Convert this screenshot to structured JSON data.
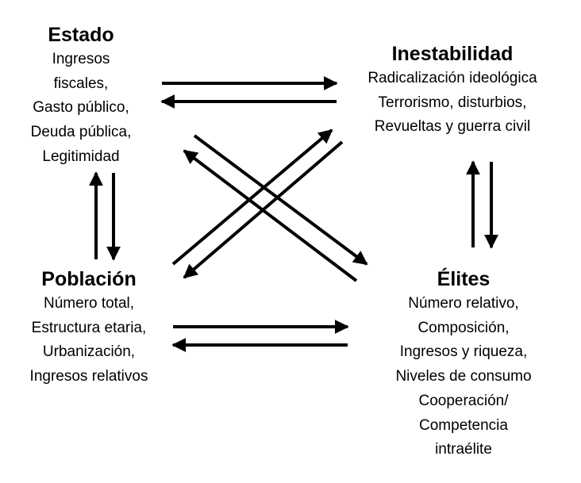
{
  "nodes": {
    "estado": {
      "title": "Estado",
      "lines": [
        "Ingresos",
        "fiscales,",
        "Gasto público,",
        "Deuda pública,",
        "Legitimidad"
      ]
    },
    "inestabilidad": {
      "title": "Inestabilidad",
      "lines": [
        "Radicalización ideológica",
        "Terrorismo, disturbios,",
        "Revueltas y guerra civil"
      ]
    },
    "poblacion": {
      "title": "Población",
      "lines": [
        "Número total,",
        "Estructura etaria,",
        "Urbanización,",
        "Ingresos relativos"
      ]
    },
    "elites": {
      "title": "Élites",
      "lines": [
        "Número relativo,",
        "Composición,",
        "Ingresos y riqueza,",
        "Niveles de consumo",
        "Cooperación/",
        "Competencia",
        "intraélite"
      ]
    }
  },
  "edges": [
    {
      "from": "estado",
      "to": "inestabilidad"
    },
    {
      "from": "inestabilidad",
      "to": "estado"
    },
    {
      "from": "poblacion",
      "to": "elites"
    },
    {
      "from": "elites",
      "to": "poblacion"
    },
    {
      "from": "poblacion",
      "to": "estado"
    },
    {
      "from": "estado",
      "to": "poblacion"
    },
    {
      "from": "elites",
      "to": "inestabilidad"
    },
    {
      "from": "inestabilidad",
      "to": "elites"
    },
    {
      "from": "estado",
      "to": "elites"
    },
    {
      "from": "elites",
      "to": "estado"
    },
    {
      "from": "poblacion",
      "to": "inestabilidad"
    },
    {
      "from": "inestabilidad",
      "to": "poblacion"
    }
  ]
}
